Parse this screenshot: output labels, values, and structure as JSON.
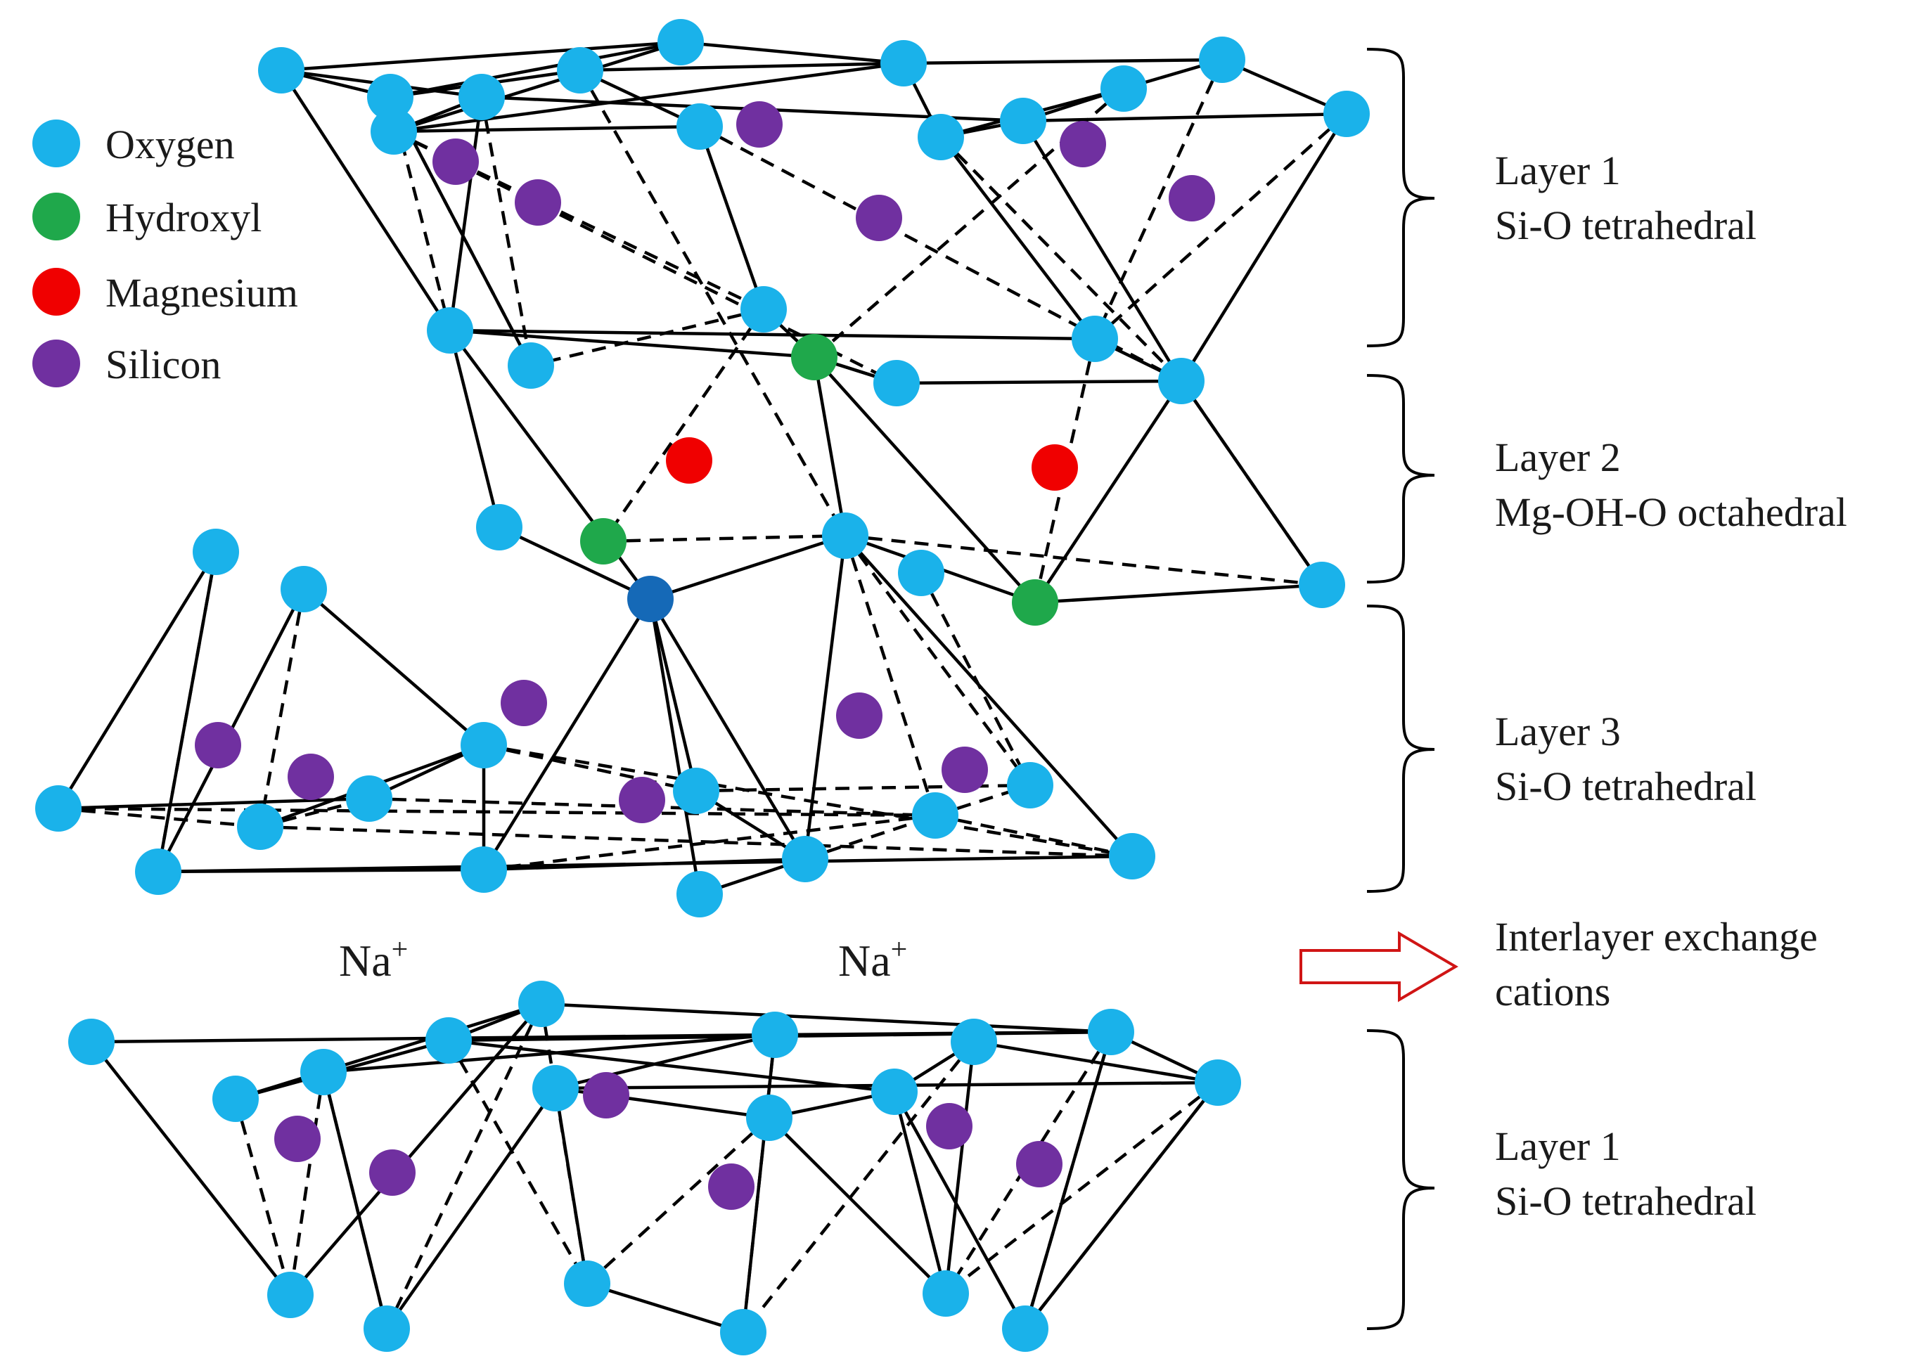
{
  "colors": {
    "oxygen": "#1ab2ea",
    "hydroxyl": "#1fa84b",
    "magnesium": "#f00000",
    "silicon": "#7030a0",
    "special_oxygen": "#1569b7",
    "arrow": "#d01515"
  },
  "legend": [
    {
      "label": "Oxygen",
      "color_key": "oxygen"
    },
    {
      "label": "Hydroxyl",
      "color_key": "hydroxyl"
    },
    {
      "label": "Magnesium",
      "color_key": "magnesium"
    },
    {
      "label": "Silicon",
      "color_key": "silicon"
    }
  ],
  "layers": [
    {
      "name": "Layer 1",
      "desc": "Si-O tetrahedral"
    },
    {
      "name": "Layer 2",
      "desc": "Mg-OH-O octahedral"
    },
    {
      "name": "Layer 3",
      "desc": "Si-O tetrahedral"
    },
    {
      "name": "Layer 1",
      "desc": "Si-O tetrahedral"
    }
  ],
  "interlayer": {
    "line1": "Interlayer exchange",
    "line2": "cations"
  },
  "cations": [
    {
      "base": "Na",
      "sup": "+"
    },
    {
      "base": "Na",
      "sup": "+"
    }
  ]
}
